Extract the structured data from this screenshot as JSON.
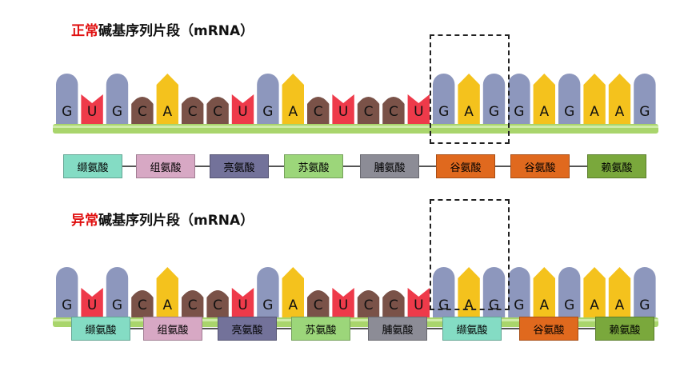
{
  "colors": {
    "G": "#8d97bd",
    "U": "#ee3a4a",
    "C": "#7a5248",
    "A": "#f4c21d",
    "backbone": "#a9d56c",
    "title_highlight": "#e01010"
  },
  "normal": {
    "title_highlight": "正常",
    "title_rest": "碱基序列片段（mRNA）",
    "bases": [
      "G",
      "U",
      "G",
      "C",
      "A",
      "C",
      "C",
      "U",
      "G",
      "A",
      "C",
      "U",
      "C",
      "C",
      "U",
      "G",
      "A",
      "G",
      "G",
      "A",
      "G",
      "A",
      "A",
      "G"
    ],
    "amino_acids": [
      {
        "label": "缬氨酸",
        "color": "#84dcc4"
      },
      {
        "label": "组氨酸",
        "color": "#d7a8c4"
      },
      {
        "label": "亮氨酸",
        "color": "#73729a"
      },
      {
        "label": "苏氨酸",
        "color": "#9cd67a"
      },
      {
        "label": "脯氨酸",
        "color": "#8c8c96"
      },
      {
        "label": "谷氨酸",
        "color": "#e0691e"
      },
      {
        "label": "谷氨酸",
        "color": "#e0691e"
      },
      {
        "label": "赖氨酸",
        "color": "#7aa83c"
      }
    ]
  },
  "abnormal": {
    "title_highlight": "异常",
    "title_rest": "碱基序列片段（mRNA）",
    "bases": [
      "G",
      "U",
      "G",
      "C",
      "A",
      "C",
      "C",
      "U",
      "G",
      "A",
      "C",
      "U",
      "C",
      "C",
      "U",
      "G",
      "A",
      "G",
      "G",
      "A",
      "G",
      "A",
      "A",
      "G"
    ],
    "amino_acids": [
      {
        "label": "缬氨酸",
        "color": "#84dcc4"
      },
      {
        "label": "组氨酸",
        "color": "#d7a8c4"
      },
      {
        "label": "亮氨酸",
        "color": "#73729a"
      },
      {
        "label": "苏氨酸",
        "color": "#9cd67a"
      },
      {
        "label": "脯氨酸",
        "color": "#8c8c96"
      },
      {
        "label": "缬氨酸",
        "color": "#84dcc4"
      },
      {
        "label": "谷氨酸",
        "color": "#e0691e"
      },
      {
        "label": "赖氨酸",
        "color": "#7aa83c"
      }
    ]
  }
}
